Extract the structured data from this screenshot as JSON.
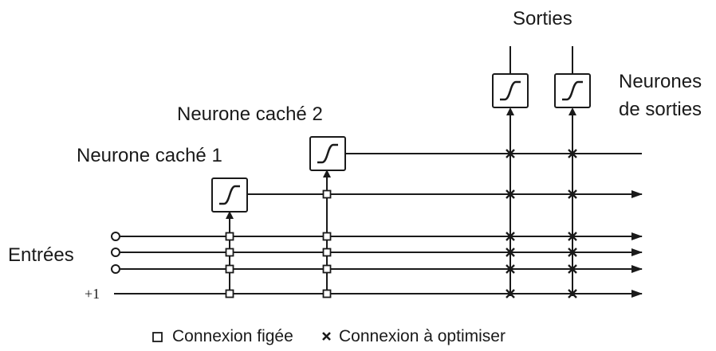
{
  "labels": {
    "outputs": "Sorties",
    "output_neurons_line1": "Neurones",
    "output_neurons_line2": "de sorties",
    "hidden2": "Neurone caché 2",
    "hidden1": "Neurone caché 1",
    "inputs": "Entrées",
    "bias": "+1"
  },
  "legend": {
    "fixed": "Connexion figée",
    "optimize": "Connexion à optimiser"
  },
  "colors": {
    "ink": "#1a1a1a",
    "background": "#ffffff"
  }
}
